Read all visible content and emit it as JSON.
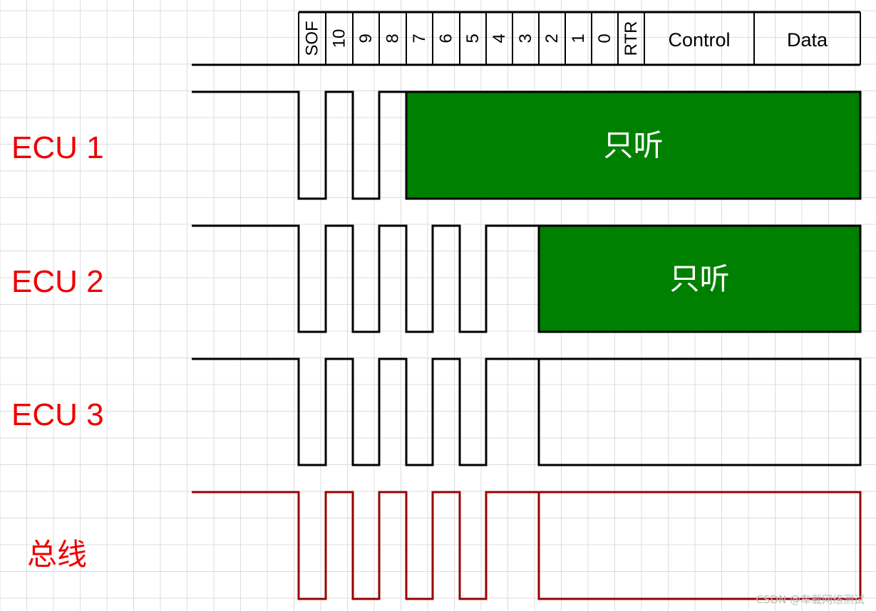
{
  "header": {
    "fields": [
      {
        "label": "SOF",
        "rotated": true
      },
      {
        "label": "10",
        "rotated": true
      },
      {
        "label": "9",
        "rotated": true
      },
      {
        "label": "8",
        "rotated": true
      },
      {
        "label": "7",
        "rotated": true
      },
      {
        "label": "6",
        "rotated": true
      },
      {
        "label": "5",
        "rotated": true
      },
      {
        "label": "4",
        "rotated": true
      },
      {
        "label": "3",
        "rotated": true
      },
      {
        "label": "2",
        "rotated": true
      },
      {
        "label": "1",
        "rotated": true
      },
      {
        "label": "0",
        "rotated": true
      },
      {
        "label": "RTR",
        "rotated": true
      },
      {
        "label": "Control",
        "rotated": false
      },
      {
        "label": "Data",
        "rotated": false
      }
    ]
  },
  "rows": [
    {
      "label": "ECU 1",
      "bits": [
        0,
        1,
        0,
        1
      ],
      "listen_text": "只听",
      "color": "#000000"
    },
    {
      "label": "ECU 2",
      "bits": [
        0,
        1,
        0,
        1,
        0,
        1,
        0,
        1,
        1
      ],
      "listen_text": "只听",
      "color": "#000000"
    },
    {
      "label": "ECU 3",
      "bits": [
        0,
        1,
        0,
        1,
        0,
        1,
        0,
        1,
        1
      ],
      "listen_text": "",
      "color": "#000000"
    },
    {
      "label": "总线",
      "bits": [
        0,
        1,
        0,
        1,
        0,
        1,
        0,
        1,
        1
      ],
      "listen_text": "",
      "color": "#990000"
    }
  ],
  "colors": {
    "grid": "#dcdcdc",
    "line": "#000000",
    "listen_fill": "#008000",
    "listen_text": "#ffffff",
    "label": "#ee0000",
    "bus": "#990000"
  },
  "watermark": "CSDN @车载网络测试"
}
